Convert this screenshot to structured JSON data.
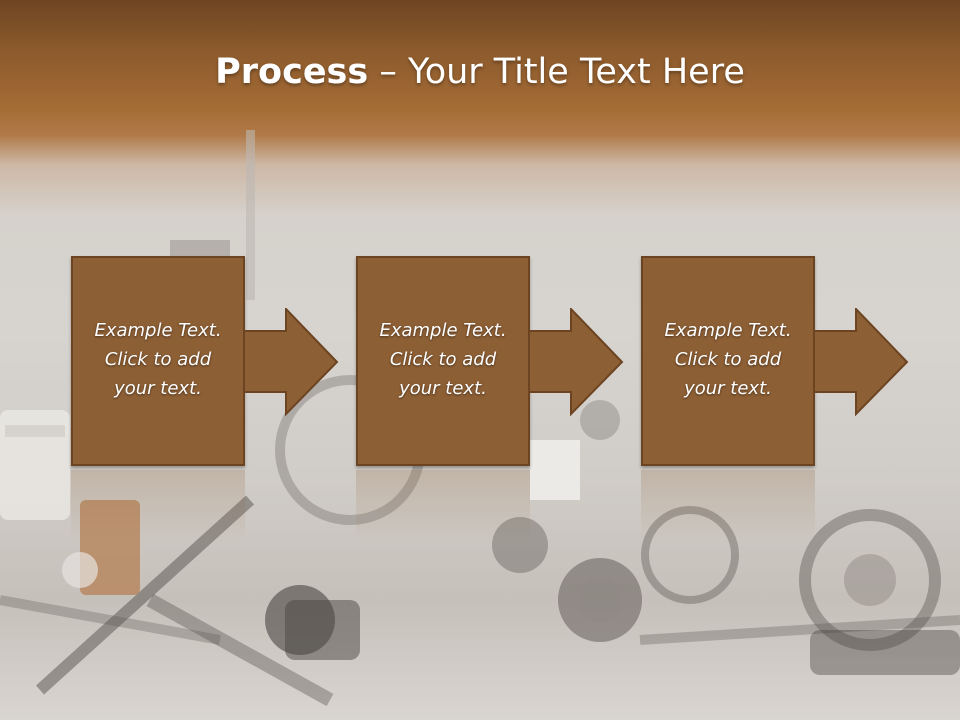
{
  "slide": {
    "title_bold": "Process",
    "title_rest": " – Your Title Text Here",
    "accent_color": "#8d5f35",
    "steps": [
      {
        "text": "Example Text.\nClick  to add\nyour text."
      },
      {
        "text": "Example Text.\nClick  to add\nyour text."
      },
      {
        "text": "Example Text.\nClick  to add\nyour text."
      }
    ]
  }
}
